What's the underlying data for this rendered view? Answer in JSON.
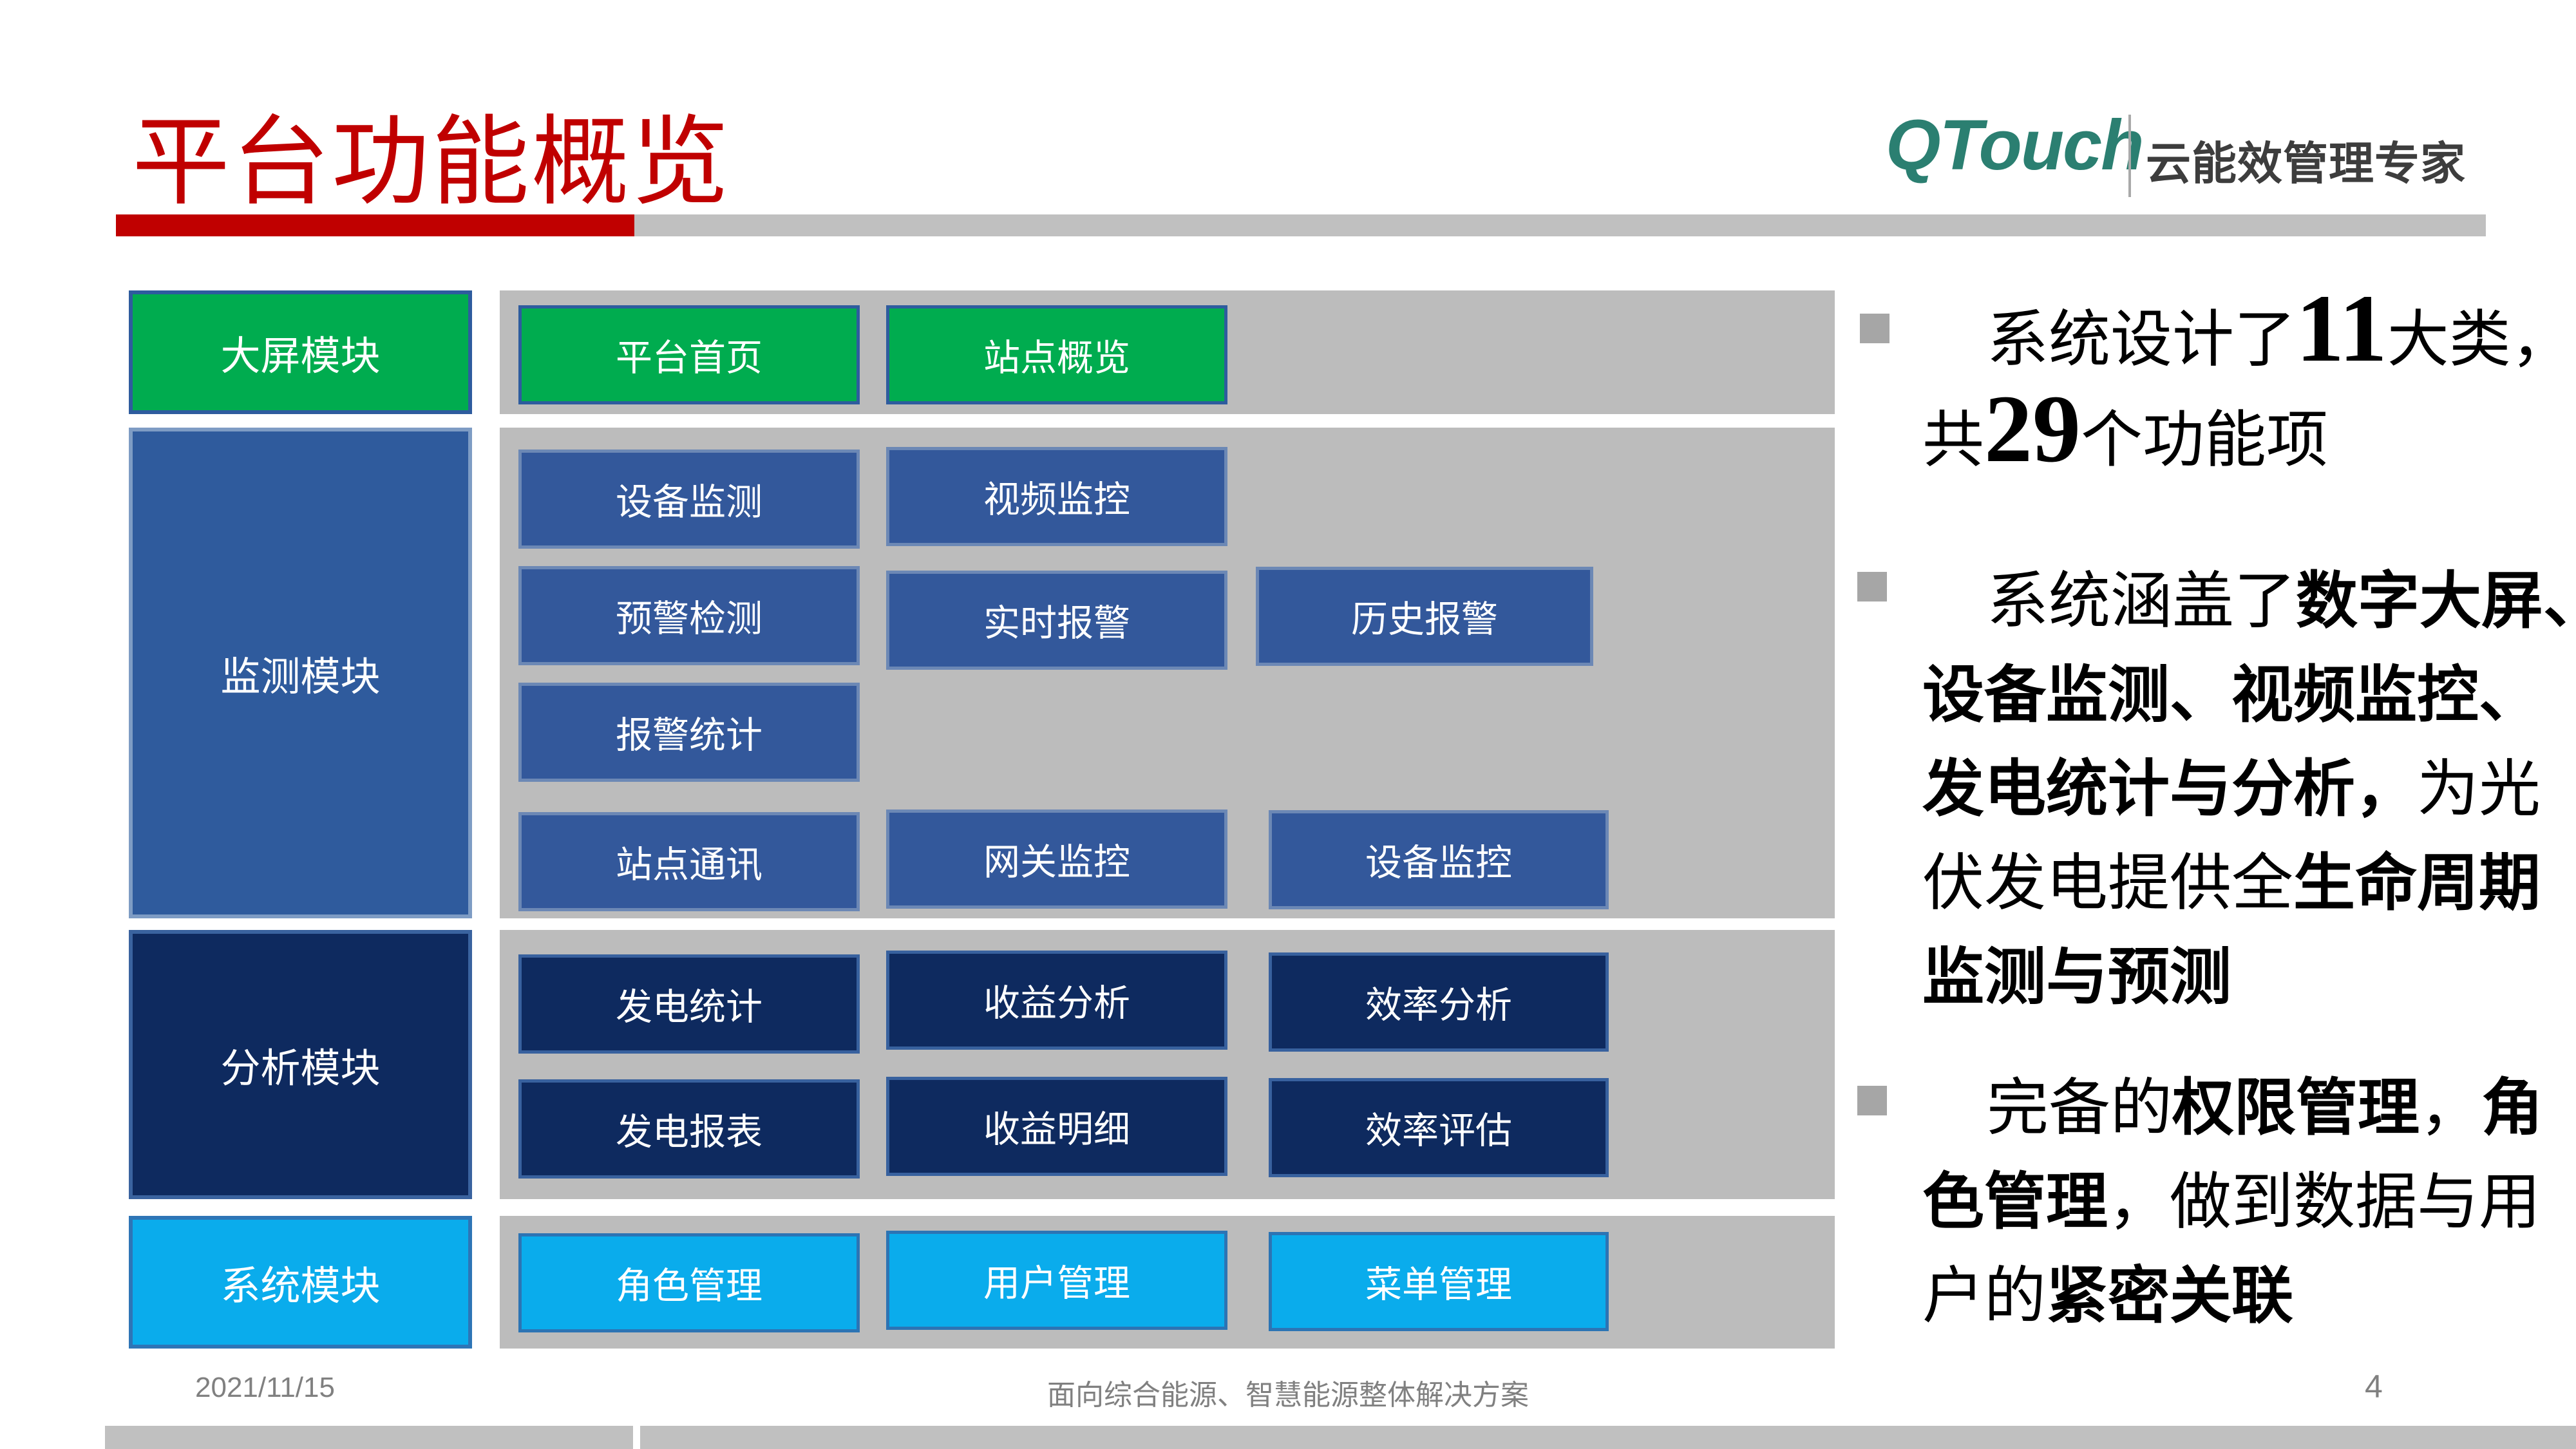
{
  "title": {
    "text": "平台功能概览"
  },
  "logo": {
    "brand": "QTouch",
    "tagline": "云能效管理专家"
  },
  "modules": [
    {
      "label": "大屏模块"
    },
    {
      "label": "监测模块"
    },
    {
      "label": "分析模块"
    },
    {
      "label": "系统模块"
    }
  ],
  "functions": {
    "bigscreen": [
      "平台首页",
      "站点概览"
    ],
    "monitor": [
      "设备监测",
      "视频监控",
      "预警检测",
      "实时报警",
      "历史报警",
      "报警统计",
      "站点通讯",
      "网关监控",
      "设备监控"
    ],
    "analysis": [
      "发电统计",
      "收益分析",
      "效率分析",
      "发电报表",
      "收益明细",
      "效率评估"
    ],
    "system": [
      "角色管理",
      "用户管理",
      "菜单管理"
    ]
  },
  "bullets": [
    {
      "lines": [
        {
          "runs": [
            {
              "text": "系统设计了"
            },
            {
              "text": "11"
            },
            {
              "text": "大类，"
            }
          ]
        },
        {
          "runs": [
            {
              "text": "共"
            },
            {
              "text": "29"
            },
            {
              "text": "个功能项"
            }
          ]
        }
      ]
    },
    {
      "lines": [
        {
          "runs": [
            {
              "text": "系统涵盖了"
            },
            {
              "text": "数字大屏、"
            }
          ]
        },
        {
          "runs": [
            {
              "text": "设备监测、视频监控、"
            }
          ]
        },
        {
          "runs": [
            {
              "text": "发电统计与分析，"
            },
            {
              "text": "为光"
            }
          ]
        },
        {
          "runs": [
            {
              "text": "伏发电提供全"
            },
            {
              "text": "生命周期"
            }
          ]
        },
        {
          "runs": [
            {
              "text": "监测与预测"
            }
          ]
        }
      ]
    },
    {
      "lines": [
        {
          "runs": [
            {
              "text": "完备的"
            },
            {
              "text": "权限管理"
            },
            {
              "text": "，"
            },
            {
              "text": "角"
            }
          ]
        },
        {
          "runs": [
            {
              "text": "色管理"
            },
            {
              "text": "，做到数据与用"
            }
          ]
        },
        {
          "runs": [
            {
              "text": "户的"
            },
            {
              "text": "紧密关联"
            }
          ]
        }
      ]
    }
  ],
  "footer": {
    "date": "2021/11/15",
    "center": "面向综合能源、智慧能源整体解决方案",
    "page": "4"
  },
  "colors": {
    "title_red": "#C00000",
    "brand_teal": "#2B7F71",
    "module_green": "#00AC4F",
    "module_blue": "#2F5B9D",
    "module_navy": "#0E2A5F",
    "module_cyan": "#0AACEC",
    "panel_gray": "#BCBCBC"
  }
}
